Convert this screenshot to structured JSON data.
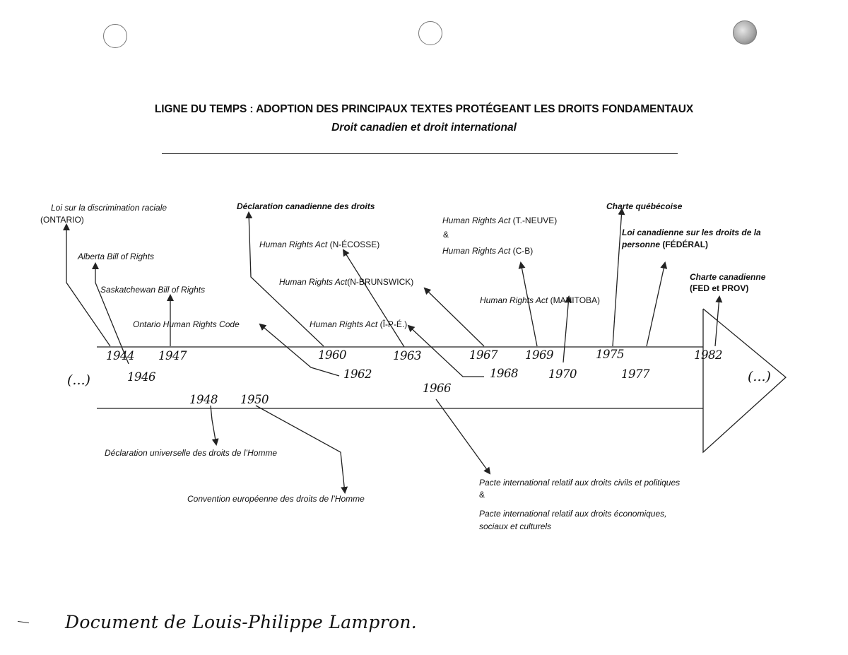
{
  "title": "LIGNE DU TEMPS : ADOPTION DES PRINCIPAUX TEXTES PROTÉGEANT LES DROITS FONDAMENTAUX",
  "subtitle": "Droit canadien et droit international",
  "ellipsis": {
    "start": "(...)",
    "end": "(...)"
  },
  "years": {
    "y1944": "1944",
    "y1946": "1946",
    "y1947": "1947",
    "y1948": "1948",
    "y1950": "1950",
    "y1960": "1960",
    "y1962": "1962",
    "y1963": "1963",
    "y1966": "1966",
    "y1967": "1967",
    "y1968": "1968",
    "y1969": "1969",
    "y1970": "1970",
    "y1975": "1975",
    "y1977": "1977",
    "y1982": "1982"
  },
  "canadian": {
    "ontario_discrim_a": "Loi sur la discrimination raciale",
    "ontario_discrim_b": "(ONTARIO)",
    "alberta": "Alberta Bill of Rights",
    "sask": "Saskatchewan Bill of Rights",
    "ontario_code": "Ontario Human Rights Code",
    "decl_canadienne": "Déclaration canadienne des droits",
    "hra": "Human Rights Act",
    "ns": "(N-ÉCOSSE)",
    "nb": "(N-BRUNSWICK)",
    "pei": "(Î-P-É.)",
    "tn": "(T.-NEUVE)",
    "amp": "&",
    "cb": "(C-B)",
    "manitoba": "(MANITOBA)",
    "charte_qc": "Charte québécoise",
    "loi_fed_a": "Loi canadienne sur les droits de la",
    "loi_fed_b_it": "personne",
    "loi_fed_b_up": "(FÉDÉRAL)",
    "charte_can_a": "Charte canadienne",
    "charte_can_b": "(FED et PROV)"
  },
  "international": {
    "dudh": "Déclaration universelle des droits de l’Homme",
    "cedh": "Convention européenne des droits de l’Homme",
    "pidcp": "Pacte international relatif aux droits civils et politiques",
    "amp": "&",
    "pidesc_a": "Pacte international relatif aux droits économiques,",
    "pidesc_b": "sociaux et culturels"
  },
  "signature": "Document de Louis-Philippe Lampron."
}
